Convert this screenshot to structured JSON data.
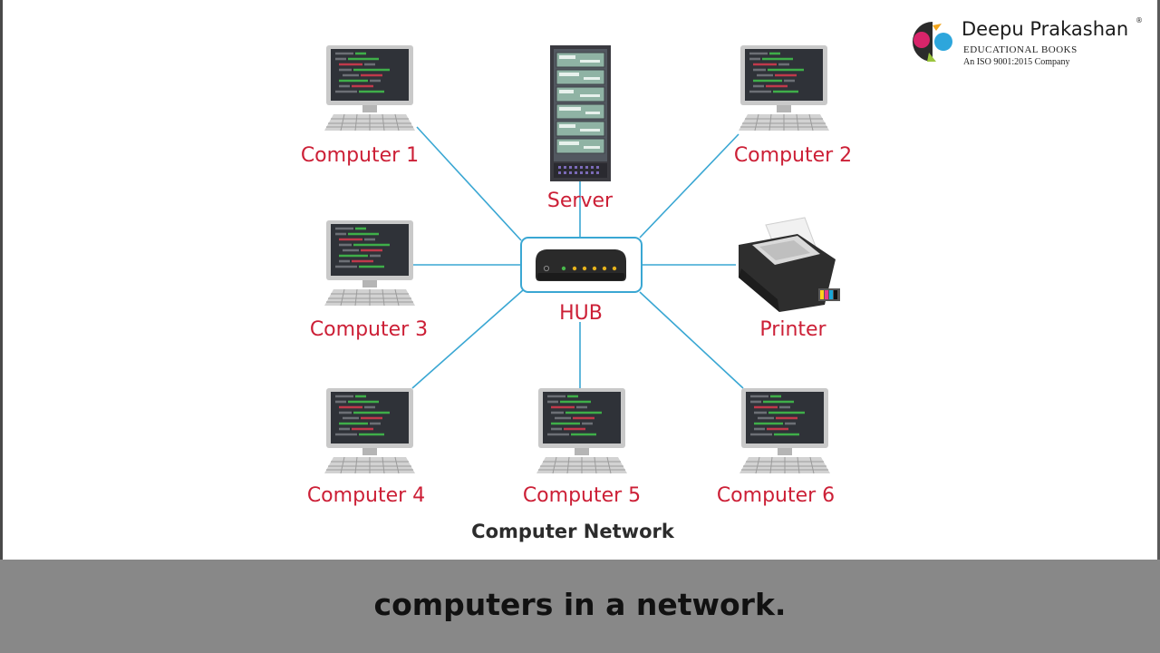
{
  "logo": {
    "name": "Deepu Prakashan",
    "registered": "®",
    "line2": "EDUCATIONAL BOOKS",
    "line3": "An ISO 9001:2015 Company"
  },
  "diagram": {
    "hub_label": "HUB",
    "server_label": "Server",
    "printer_label": "Printer",
    "computers": [
      "Computer 1",
      "Computer 2",
      "Computer 3",
      "Computer 4",
      "Computer 5",
      "Computer 6"
    ],
    "caption": "Computer Network",
    "link_color": "#3aa7d3",
    "label_color": "#cc1f36"
  },
  "subtitle": {
    "text": "computers in a network."
  }
}
